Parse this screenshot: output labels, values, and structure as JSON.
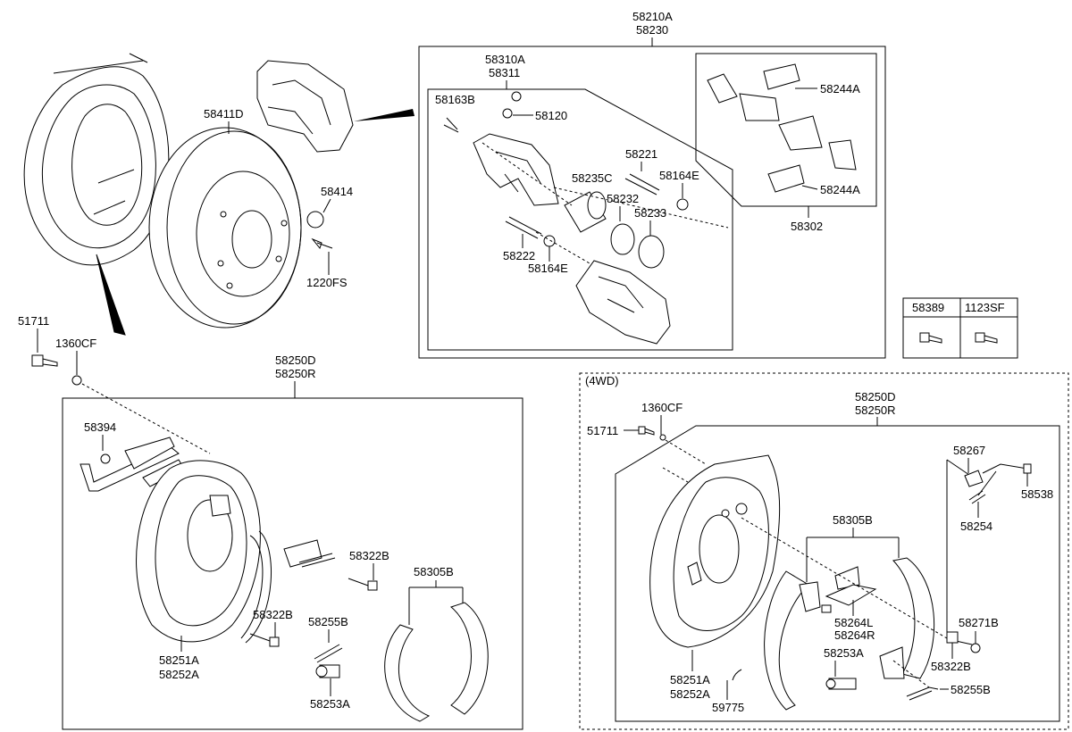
{
  "caliper_assembly": {
    "labels": [
      "58210A",
      "58230"
    ],
    "sub_labels": [
      "58310A",
      "58311"
    ],
    "parts": [
      "58163B",
      "58120",
      "58221",
      "58164E",
      "58235C",
      "58232",
      "58233",
      "58222",
      "58164E"
    ],
    "pad_kit": [
      "58244A",
      "58244A",
      "58302"
    ]
  },
  "disc_parts": [
    "58411D",
    "58414",
    "1220FS"
  ],
  "fasteners": [
    "51711",
    "1360CF"
  ],
  "bolt_table": {
    "headers": [
      "58389",
      "1123SF"
    ]
  },
  "rear_brake": {
    "labels": [
      "58250D",
      "58250R"
    ],
    "parts": [
      "58394",
      "58322B",
      "58305B",
      "58322B",
      "58255B",
      "58251A",
      "58252A",
      "58253A"
    ]
  },
  "four_wd": {
    "title": "(4WD)",
    "labels": [
      "58250D",
      "58250R"
    ],
    "parts": [
      "1360CF",
      "51711",
      "58267",
      "58538",
      "58254",
      "58305B",
      "58264L",
      "58264R",
      "58271B",
      "58322B",
      "58253A",
      "58251A",
      "58252A",
      "59775",
      "58255B"
    ]
  }
}
